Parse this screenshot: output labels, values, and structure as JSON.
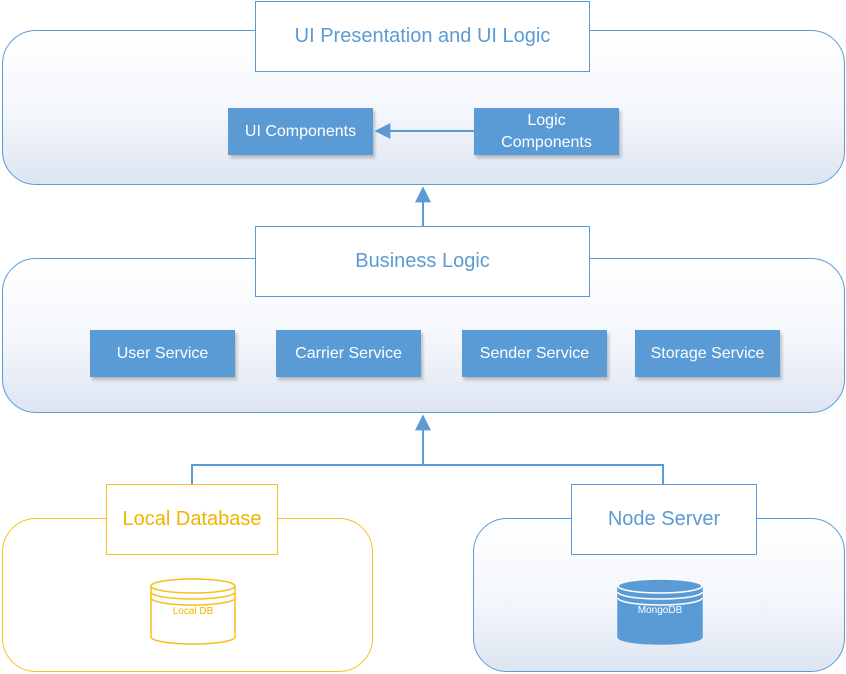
{
  "ui_layer": {
    "title": "UI Presentation and UI Logic",
    "components": {
      "ui_components": "UI Components",
      "logic_components": "Logic\nComponents"
    }
  },
  "business_layer": {
    "title": "Business Logic",
    "services": [
      "User Service",
      "Carrier Service",
      "Sender Service",
      "Storage Service"
    ]
  },
  "local_layer": {
    "title": "Local Database",
    "db_label": "Local DB"
  },
  "server_layer": {
    "title": "Node Server",
    "db_label": "MongoDB"
  },
  "colors": {
    "accent": "#5b9bd5",
    "local": "#f5c21b",
    "local_text": "#f0b400"
  }
}
